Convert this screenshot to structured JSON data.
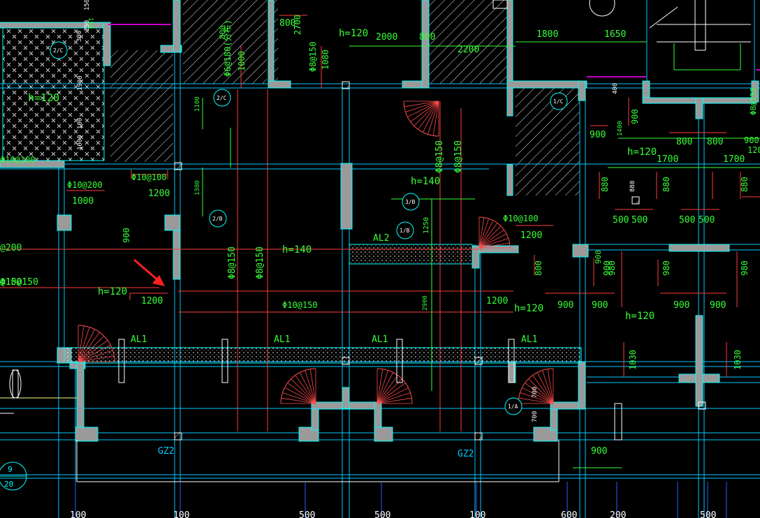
{
  "colors": {
    "background": "#000000",
    "wall_fill": "#9a9a9a",
    "wall_line": "#00ffff",
    "grid_line": "#00c8ff",
    "dim_line": "#ff3c3c",
    "dim_text": "#37ff37",
    "rebar": "#ff3c3c",
    "door": "#ff4b4b",
    "hatch": "#ffffff",
    "slab_hatch": "#cfcfcf",
    "arrow": "#ff2020",
    "axis_marker": "#00ffff",
    "violet": "#c800c8"
  },
  "labels": {
    "green": [
      "h=120",
      "h=120",
      "h=120",
      "h=120",
      "h=120",
      "h=120",
      "h=140",
      "h=140",
      "1200",
      "1200",
      "1200",
      "1200",
      "1200",
      "1000",
      "1800",
      "1650",
      "2000",
      "2200",
      "2700",
      "1700",
      "1700",
      "800",
      "800",
      "800",
      "800",
      "800",
      "800",
      "900",
      "900",
      "900",
      "900",
      "900",
      "900",
      "900",
      "900",
      "900",
      "900",
      "900",
      "880",
      "880",
      "880",
      "500",
      "500",
      "500",
      "500",
      "980",
      "980",
      "980",
      "1030",
      "1030",
      "1080",
      "1000",
      "1100",
      "1300",
      "1250",
      "1400",
      "150",
      "2900",
      "Φ10@100",
      "Φ10@100",
      "Φ10@100",
      "Φ10@200",
      "Φ10@150",
      "Φ10@150",
      "Φ8@150",
      "Φ8@150",
      "Φ8@150",
      "Φ8@150",
      "Φ8@150",
      "Φ8@150",
      "Φ6@180(分布)",
      "@200",
      "@150"
    ],
    "beams": [
      "AL1",
      "AL1",
      "AL1",
      "AL1",
      "AL2"
    ],
    "columns": [
      "GZ2",
      "GZ2"
    ],
    "axes": [
      "2/C",
      "2/C",
      "1/C",
      "3/B",
      "2/B",
      "1/B",
      "1/A"
    ],
    "grid_bubble": {
      "top": "9",
      "bottom": "20"
    },
    "bottom_dims": [
      "100",
      "100",
      "500",
      "500",
      "100",
      "600",
      "200",
      "500"
    ],
    "top_dims": [
      "150",
      "300",
      "250",
      "1900",
      "100",
      "1000",
      "400",
      "700",
      "700",
      "880"
    ]
  }
}
